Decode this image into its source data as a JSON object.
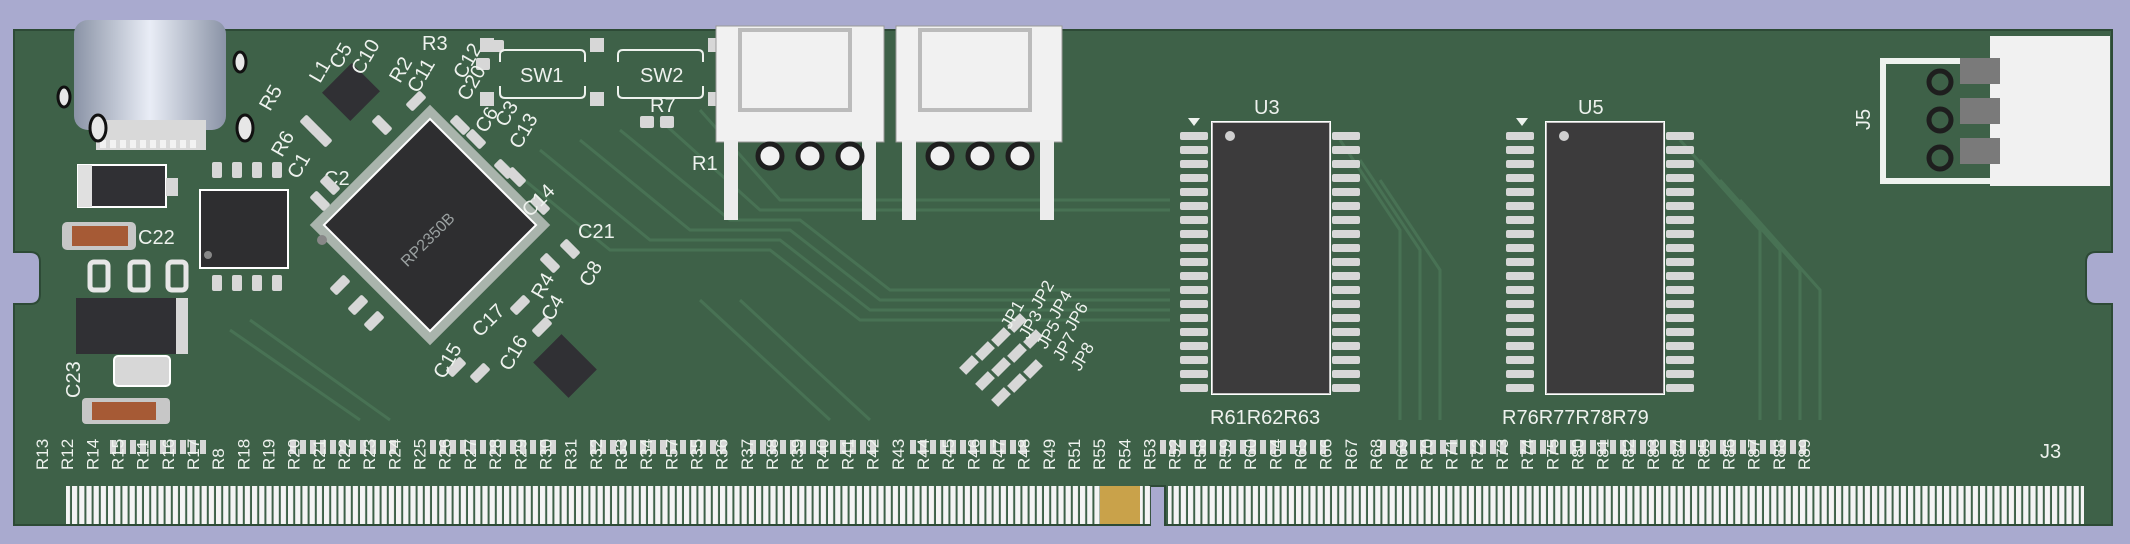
{
  "board": {
    "colors": {
      "background": "#a9aacf",
      "soldermask": "#3e6148",
      "trace": "#4a7456",
      "silkscreen": "#eef2ee",
      "pad": "#d7d7d7",
      "gold": "#c9a24a",
      "ic_body": "#2e2e30",
      "edge_finger": "#f4f4f4"
    }
  },
  "labels": {
    "mcu": "RP2350B",
    "sw1": "SW1",
    "sw2": "SW2",
    "u3": "U3",
    "u5": "U5",
    "j3": "J3",
    "j5": "J5",
    "r1": "R1",
    "r2": "R2",
    "r3": "R3",
    "r5": "R5",
    "r6": "R6",
    "r7": "R7",
    "l1": "L1",
    "c1": "C1",
    "c2": "C2",
    "c3": "C3",
    "c4": "C4",
    "c5": "C5",
    "c6": "C6",
    "c8": "C8",
    "c10": "C10",
    "c11": "C11",
    "c12": "C12",
    "c13": "C13",
    "c14": "C14",
    "c15": "C15",
    "c16": "C16",
    "c17": "C17",
    "c20": "C20",
    "c21": "C21",
    "c22": "C22",
    "c23": "C23",
    "r4": "R4",
    "jumpers": [
      "JP1",
      "JP2",
      "JP3",
      "JP4",
      "JP5",
      "JP6",
      "JP7",
      "JP8"
    ],
    "u3_bottom_refs": "R61R62R63",
    "u5_bottom_refs": "R76R77R78R79",
    "resistor_row": [
      "R13",
      "R12",
      "R14",
      "R15",
      "R11",
      "R16",
      "R17",
      "R8",
      "R18",
      "R19",
      "R20",
      "R21",
      "R22",
      "R23",
      "R24",
      "R25",
      "R26",
      "R27",
      "R28",
      "R29",
      "R30",
      "R31",
      "R32",
      "R33",
      "R34",
      "R57",
      "R35",
      "R36",
      "R37",
      "R38",
      "R39",
      "R40",
      "R41",
      "R42",
      "R43",
      "R44",
      "R45",
      "R46",
      "R47",
      "R48",
      "R49",
      "R51",
      "R55",
      "R54",
      "R53",
      "R52",
      "R58",
      "R59",
      "R60",
      "R64",
      "R65",
      "R66",
      "R67",
      "R68",
      "R69",
      "R70",
      "R71",
      "R72",
      "R73",
      "R74",
      "R75",
      "R80",
      "R81",
      "R82",
      "R83",
      "R84",
      "R85",
      "R86",
      "R87",
      "R88",
      "R89"
    ]
  }
}
